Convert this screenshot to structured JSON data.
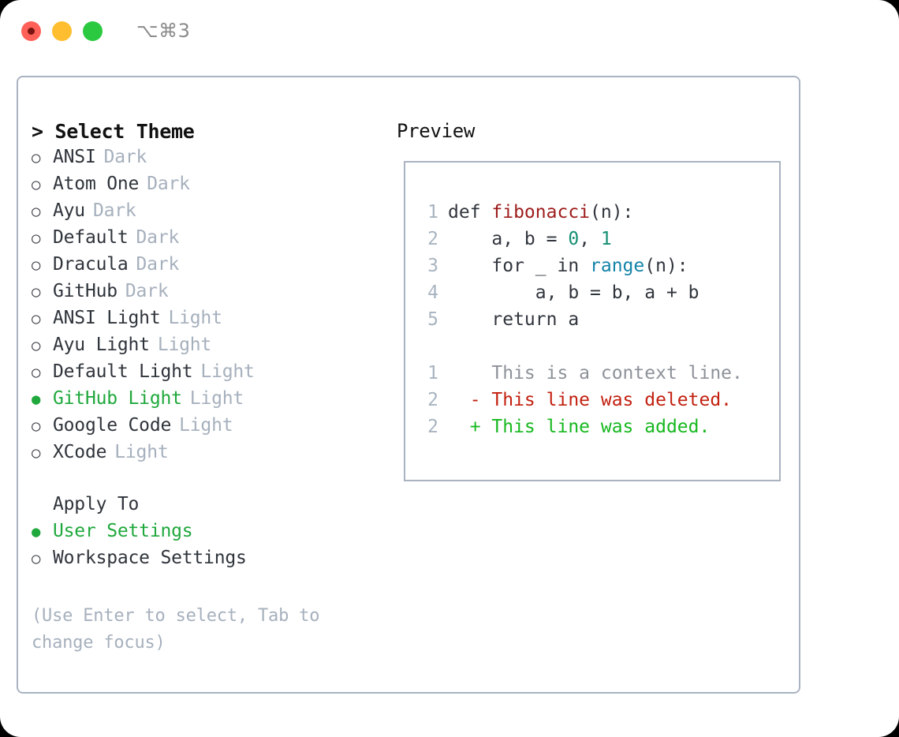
{
  "window": {
    "shortcut": "⌥⌘3",
    "traffic_lights": [
      {
        "name": "close",
        "color": "#ff6159"
      },
      {
        "name": "minimize",
        "color": "#ffbe2f"
      },
      {
        "name": "maximize",
        "color": "#2bc940"
      }
    ]
  },
  "theme_picker": {
    "heading": "> Select Theme",
    "selected_bullet": "●",
    "unselected_bullet": "○",
    "options": [
      {
        "label": "ANSI",
        "badge": "Dark",
        "selected": false
      },
      {
        "label": "Atom One",
        "badge": "Dark",
        "selected": false
      },
      {
        "label": "Ayu",
        "badge": "Dark",
        "selected": false
      },
      {
        "label": "Default",
        "badge": "Dark",
        "selected": false
      },
      {
        "label": "Dracula",
        "badge": "Dark",
        "selected": false
      },
      {
        "label": "GitHub",
        "badge": "Dark",
        "selected": false
      },
      {
        "label": "ANSI Light",
        "badge": "Light",
        "selected": false
      },
      {
        "label": "Ayu Light",
        "badge": "Light",
        "selected": false
      },
      {
        "label": "Default Light",
        "badge": "Light",
        "selected": false
      },
      {
        "label": "GitHub Light",
        "badge": "Light",
        "selected": true
      },
      {
        "label": "Google Code",
        "badge": "Light",
        "selected": false
      },
      {
        "label": "XCode",
        "badge": "Light",
        "selected": false
      }
    ]
  },
  "apply_to": {
    "heading": "Apply To",
    "options": [
      {
        "label": "User Settings",
        "selected": true
      },
      {
        "label": "Workspace Settings",
        "selected": false
      }
    ]
  },
  "hint": "(Use Enter to select, Tab to change focus)",
  "preview": {
    "heading": "Preview",
    "code_lines": [
      {
        "num": "1",
        "tokens": [
          {
            "text": "def ",
            "kind": "plain"
          },
          {
            "text": "fibonacci",
            "kind": "fn"
          },
          {
            "text": "(n):",
            "kind": "plain"
          }
        ]
      },
      {
        "num": "2",
        "tokens": [
          {
            "text": "    a, b = ",
            "kind": "plain"
          },
          {
            "text": "0",
            "kind": "num"
          },
          {
            "text": ", ",
            "kind": "plain"
          },
          {
            "text": "1",
            "kind": "num"
          }
        ]
      },
      {
        "num": "3",
        "tokens": [
          {
            "text": "    for _ in ",
            "kind": "plain"
          },
          {
            "text": "range",
            "kind": "builtin"
          },
          {
            "text": "(n):",
            "kind": "plain"
          }
        ]
      },
      {
        "num": "4",
        "tokens": [
          {
            "text": "        a, b = b, a + b",
            "kind": "plain"
          }
        ]
      },
      {
        "num": "5",
        "tokens": [
          {
            "text": "    return a",
            "kind": "plain"
          }
        ]
      }
    ],
    "diff_lines": [
      {
        "num": "1",
        "marker": " ",
        "text": "This is a context line.",
        "kind": "ctx"
      },
      {
        "num": "2",
        "marker": "-",
        "text": "This line was deleted.",
        "kind": "del"
      },
      {
        "num": "2",
        "marker": "+",
        "text": "This line was added.",
        "kind": "add"
      }
    ]
  },
  "colors": {
    "accent_green": "#1fa83c",
    "muted": "#a6b0bd",
    "border": "#a9b3c1",
    "text": "#2f343b",
    "diff_added": "#17b81f",
    "diff_deleted": "#c2200f",
    "syntax_function": "#9e1c1c",
    "syntax_builtin": "#1383a8",
    "syntax_number": "#148f73"
  }
}
